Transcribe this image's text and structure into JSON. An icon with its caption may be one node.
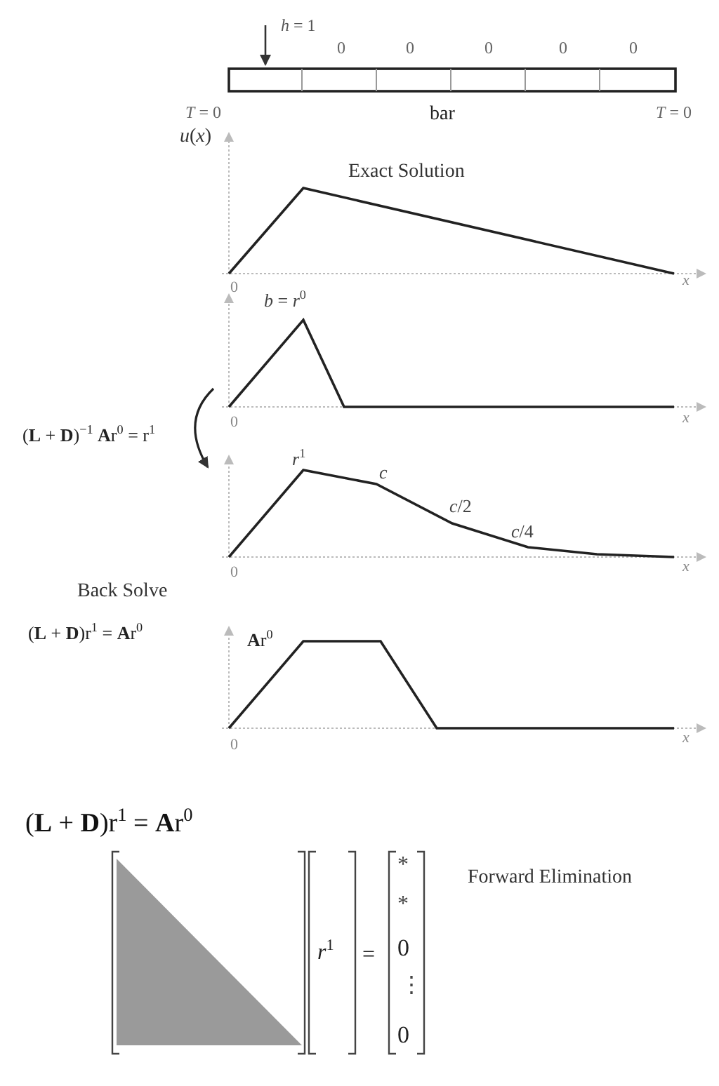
{
  "diagram": {
    "labels": [
      "*h* = 1",
      "0",
      "0",
      "0",
      "0",
      "0",
      "*T* = 0",
      "bar",
      "*T* = 0",
      "*u*(*x*)",
      "Exact Solution",
      "0",
      "*x*",
      "*b* = *r*$^{0}$",
      "0",
      "*x*",
      "(**L** + **D**)$^{−1}$ **A**r$^{0}$ = r$^{1}$",
      "*r*$^{1}$",
      "*c*",
      "*c*/2",
      "*c*/4",
      "0",
      "*x*",
      "Back Solve",
      "(**L** + **D**)r$^{1}$ = **A**r$^{0}$",
      "**A**r$^{0}$",
      "0",
      "*x*",
      "(**L** + **D**)r$^{1}$ = **A**r$^{0}$",
      "*r*$^{1}$",
      "=",
      "*",
      "*",
      "0",
      "⋮",
      "0",
      "Forward Elimination"
    ]
  }
}
